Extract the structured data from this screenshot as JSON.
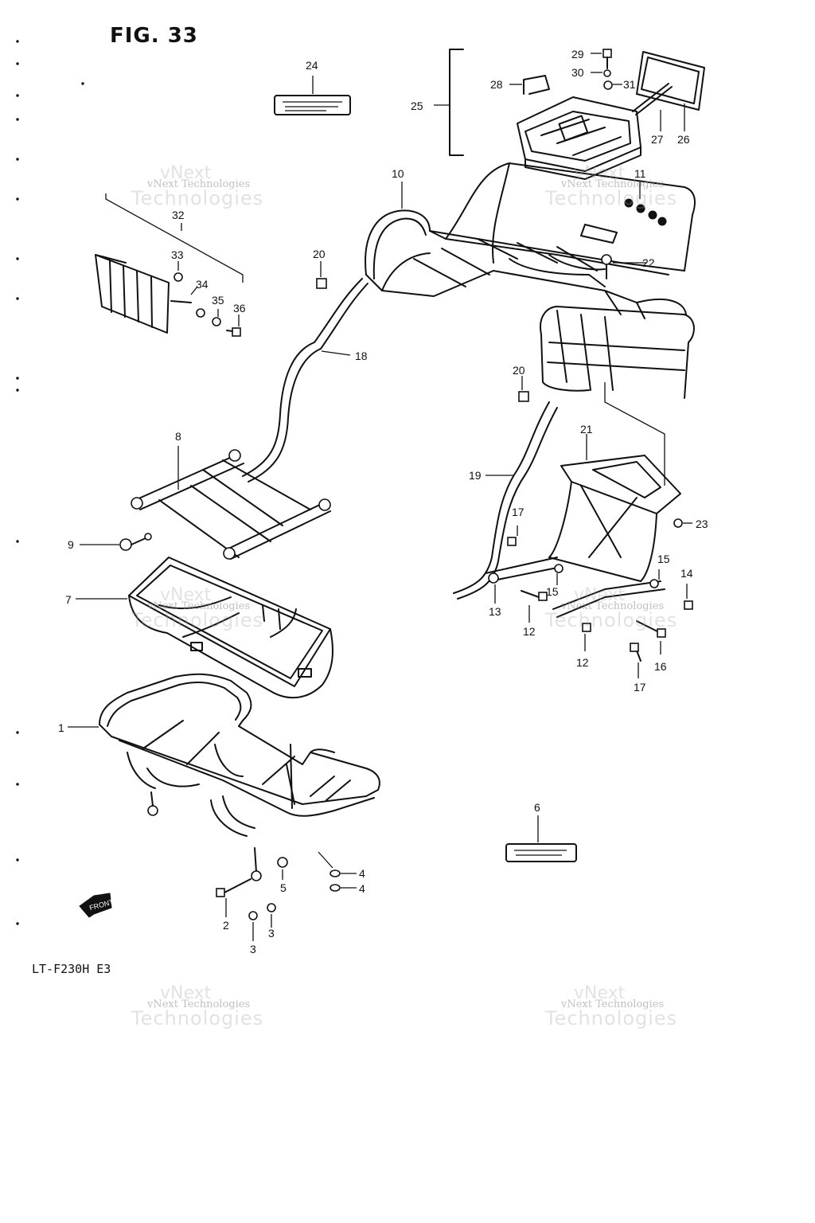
{
  "figure": {
    "title": "FIG. 33",
    "model": "LT-F230H E3"
  },
  "watermark": {
    "line1": "vNext Technologies",
    "line2": "Technologies",
    "line0": "vNext"
  },
  "callouts": [
    {
      "id": "c1",
      "text": "1"
    },
    {
      "id": "c2",
      "text": "2"
    },
    {
      "id": "c3a",
      "text": "3"
    },
    {
      "id": "c3b",
      "text": "3"
    },
    {
      "id": "c4a",
      "text": "4"
    },
    {
      "id": "c4b",
      "text": "4"
    },
    {
      "id": "c5",
      "text": "5"
    },
    {
      "id": "c6",
      "text": "6"
    },
    {
      "id": "c7",
      "text": "7"
    },
    {
      "id": "c8",
      "text": "8"
    },
    {
      "id": "c9",
      "text": "9"
    },
    {
      "id": "c10",
      "text": "10"
    },
    {
      "id": "c11",
      "text": "11"
    },
    {
      "id": "c12a",
      "text": "12"
    },
    {
      "id": "c12b",
      "text": "12"
    },
    {
      "id": "c13",
      "text": "13"
    },
    {
      "id": "c14",
      "text": "14"
    },
    {
      "id": "c15a",
      "text": "15"
    },
    {
      "id": "c15b",
      "text": "15"
    },
    {
      "id": "c16",
      "text": "16"
    },
    {
      "id": "c17a",
      "text": "17"
    },
    {
      "id": "c17b",
      "text": "17"
    },
    {
      "id": "c18",
      "text": "18"
    },
    {
      "id": "c19",
      "text": "19"
    },
    {
      "id": "c20a",
      "text": "20"
    },
    {
      "id": "c20b",
      "text": "20"
    },
    {
      "id": "c21",
      "text": "21"
    },
    {
      "id": "c22",
      "text": "22"
    },
    {
      "id": "c23",
      "text": "23"
    },
    {
      "id": "c24",
      "text": "24"
    },
    {
      "id": "c25",
      "text": "25"
    },
    {
      "id": "c26",
      "text": "26"
    },
    {
      "id": "c27",
      "text": "27"
    },
    {
      "id": "c28",
      "text": "28"
    },
    {
      "id": "c29",
      "text": "29"
    },
    {
      "id": "c30",
      "text": "30"
    },
    {
      "id": "c31",
      "text": "31"
    },
    {
      "id": "c32",
      "text": "32"
    },
    {
      "id": "c33",
      "text": "33"
    },
    {
      "id": "c34",
      "text": "34"
    },
    {
      "id": "c35",
      "text": "35"
    },
    {
      "id": "c36",
      "text": "36"
    }
  ],
  "front_arrow_icon": "front-arrow-icon"
}
